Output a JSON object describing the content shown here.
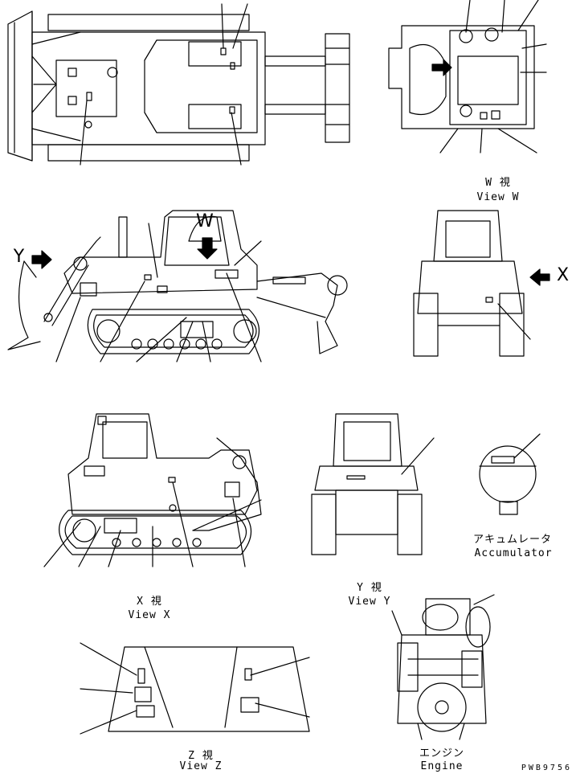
{
  "labels": {
    "view_w": {
      "jp": "W  視",
      "en": "View W"
    },
    "view_x": {
      "jp": "X  視",
      "en": "View X"
    },
    "view_y": {
      "jp": "Y  視",
      "en": "View Y"
    },
    "view_z": {
      "jp": "Z  視",
      "en": "View Z"
    },
    "accumulator": {
      "jp": "アキュムレータ",
      "en": "Accumulator"
    },
    "engine": {
      "jp": "エンジン",
      "en": "Engine"
    },
    "arrow_w": "W",
    "arrow_x": "X",
    "arrow_y": "Y",
    "part_code": "PWB9756"
  }
}
